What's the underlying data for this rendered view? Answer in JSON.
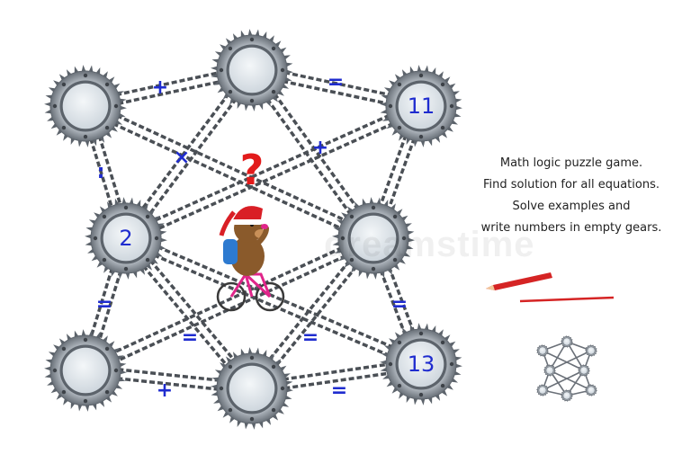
{
  "title_lines": [
    "Math logic puzzle game.",
    "Find solution for all equations.",
    "Solve examples and",
    "write numbers in empty gears."
  ],
  "gears": {
    "top_left": "",
    "top_center": "",
    "top_right": "11",
    "mid_left": "2",
    "mid_right": "",
    "bottom_left": "",
    "bottom_center": "",
    "bottom_right": "13"
  },
  "operators": {
    "top_left_to_center": "+",
    "top_center_to_right": "=",
    "diag_left_down": "×",
    "diag_right_down": "+",
    "left_vertical": ":",
    "left_lower_vertical": "=",
    "right_lower_vertical": "=",
    "bottom_left_diag": "=",
    "bottom_right_diag": "=",
    "bottom_left_to_center": "+",
    "bottom_center_to_right": "="
  },
  "question_mark": "?",
  "watermark": "dreamstime",
  "colors": {
    "gear_metal": "#9aa1a9",
    "gear_dark": "#5c636b",
    "gear_face": "#dde3e8",
    "chain": "#4a4f55",
    "digits": "#1f2ccf",
    "pencil": "#d52424"
  },
  "icons": [
    "gear-icon",
    "chain-icon",
    "bear-on-bicycle-icon",
    "pencil-icon",
    "mini-gear-diagram-icon"
  ]
}
